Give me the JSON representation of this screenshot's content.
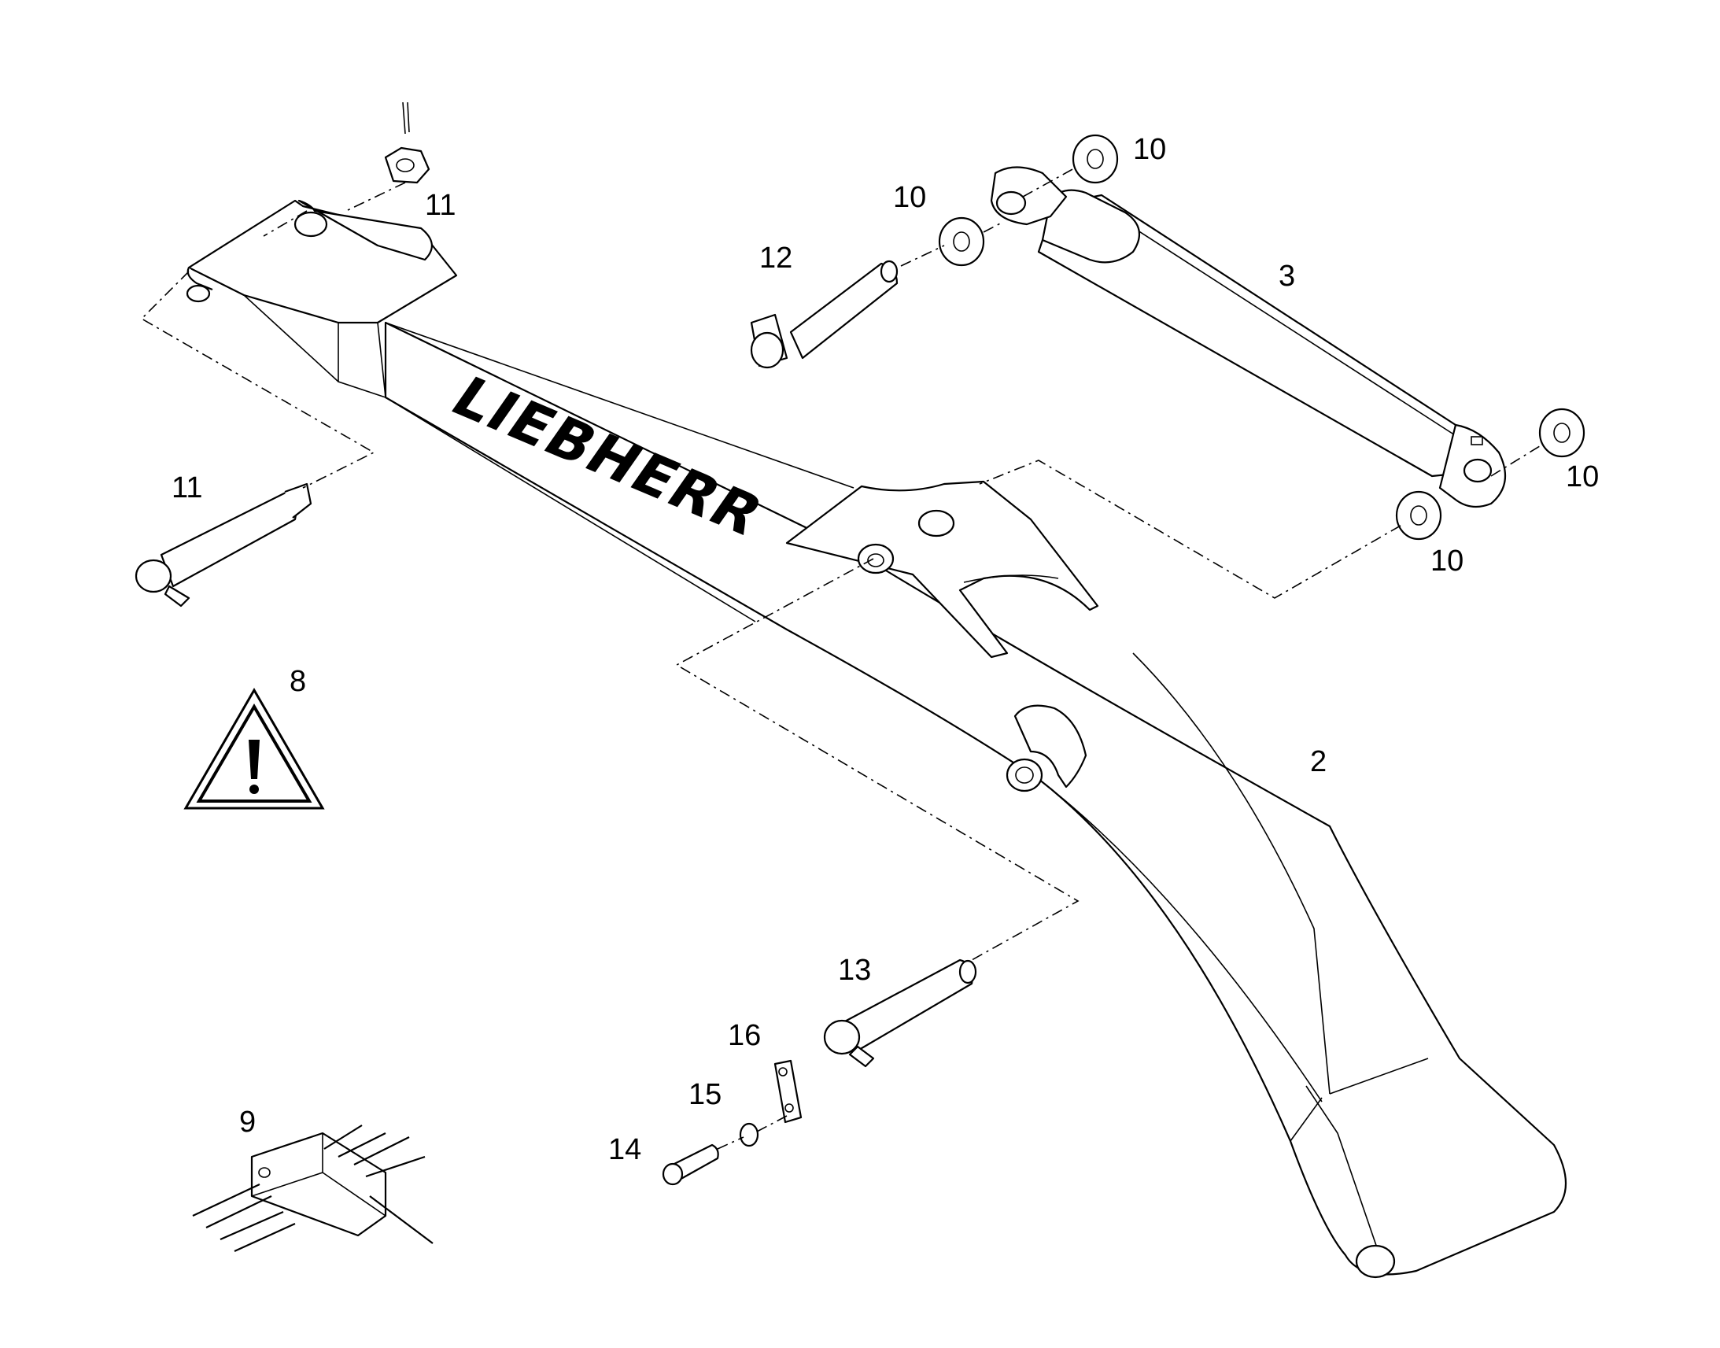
{
  "brand_text": "LIEBHERR",
  "callouts": [
    {
      "id": "c-2",
      "label": "2",
      "part": "boom"
    },
    {
      "id": "c-3",
      "label": "3",
      "part": "hydraulic-cylinder"
    },
    {
      "id": "c-8",
      "label": "8",
      "part": "warning-sign"
    },
    {
      "id": "c-9",
      "label": "9",
      "part": "hydraulic-block"
    },
    {
      "id": "c-10a",
      "label": "10",
      "part": "washer"
    },
    {
      "id": "c-10b",
      "label": "10",
      "part": "washer"
    },
    {
      "id": "c-10c",
      "label": "10",
      "part": "washer"
    },
    {
      "id": "c-10d",
      "label": "10",
      "part": "washer"
    },
    {
      "id": "c-11a",
      "label": "11",
      "part": "castle-nut"
    },
    {
      "id": "c-11b",
      "label": "11",
      "part": "pin"
    },
    {
      "id": "c-12",
      "label": "12",
      "part": "pin"
    },
    {
      "id": "c-13",
      "label": "13",
      "part": "pin"
    },
    {
      "id": "c-14",
      "label": "14",
      "part": "bolt"
    },
    {
      "id": "c-15",
      "label": "15",
      "part": "washer"
    },
    {
      "id": "c-16",
      "label": "16",
      "part": "lock-plate"
    }
  ]
}
